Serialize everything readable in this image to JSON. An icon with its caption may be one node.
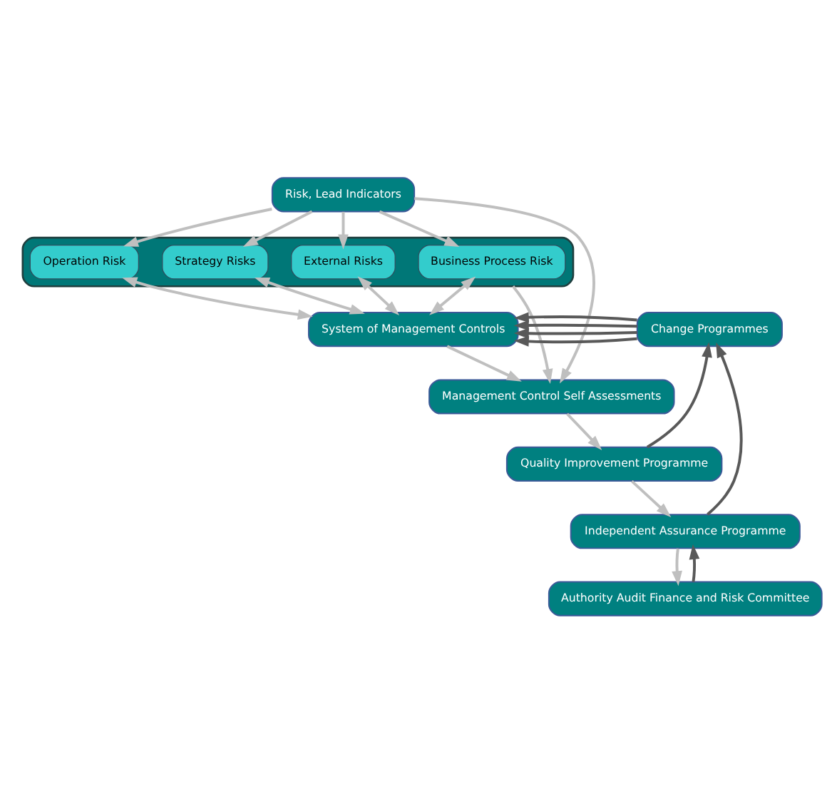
{
  "diagram": {
    "nodes": [
      {
        "text": [
          "Risk, Lead Indicators"
        ]
      },
      {
        "text": [],
        "shape": "box"
      },
      {
        "text": [
          "External Risks"
        ],
        "in": 1
      },
      {
        "text": [
          "Strategy Risks"
        ],
        "in": 1
      },
      {
        "text": [
          "Operation Risk"
        ],
        "in": 1
      },
      {
        "text": [
          "Business Process Risk"
        ],
        "in": 1
      },
      {
        "text": [
          "System of Management Controls"
        ]
      },
      {
        "text": [
          "Change Programmes"
        ]
      },
      {
        "text": [
          "Management Control Self Assessments"
        ]
      },
      {
        "text": [
          "Quality Improvement Programme"
        ]
      },
      {
        "text": [
          "Independent Assurance Programme"
        ]
      },
      {
        "text": [
          "Authority Audit Finance and Risk Committee"
        ]
      }
    ],
    "edges": [
      {
        "from": 0,
        "to": 2,
        "arrow": "to"
      },
      {
        "from": 0,
        "to": 3,
        "arrow": "to"
      },
      {
        "from": 0,
        "to": 4,
        "arrow": "to"
      },
      {
        "from": 0,
        "to": 5,
        "arrow": "to"
      },
      {
        "from": 2,
        "to": 6,
        "arrow": "both"
      },
      {
        "from": 3,
        "to": 6,
        "arrow": "both"
      },
      {
        "from": 4,
        "to": 6,
        "arrow": "both"
      },
      {
        "from": 5,
        "to": 6,
        "arrow": "both"
      },
      {
        "from": 7,
        "to": 6,
        "arrow": "to",
        "color": "#595959"
      },
      {
        "from": 7,
        "to": 6,
        "arrow": "to",
        "color": "#595959"
      },
      {
        "from": 7,
        "to": 6,
        "arrow": "to",
        "color": "#595959"
      },
      {
        "from": 7,
        "to": 6,
        "arrow": "to",
        "color": "#595959"
      },
      {
        "from": 0,
        "to": 8,
        "arrow": "to"
      },
      {
        "from": 1,
        "to": 8,
        "arrow": "to"
      },
      {
        "from": 6,
        "to": 8,
        "arrow": "to"
      },
      {
        "from": 8,
        "to": 9,
        "arrow": "to"
      },
      {
        "from": 9,
        "to": 10,
        "arrow": "to"
      },
      {
        "from": 10,
        "to": 11,
        "arrow": "to"
      },
      {
        "from": 9,
        "to": 7,
        "arrow": "to",
        "color": "#595959"
      },
      {
        "from": 10,
        "to": 7,
        "arrow": "to",
        "color": "#595959"
      },
      {
        "from": 11,
        "to": 10,
        "arrow": "to",
        "color": "#595959"
      }
    ]
  }
}
